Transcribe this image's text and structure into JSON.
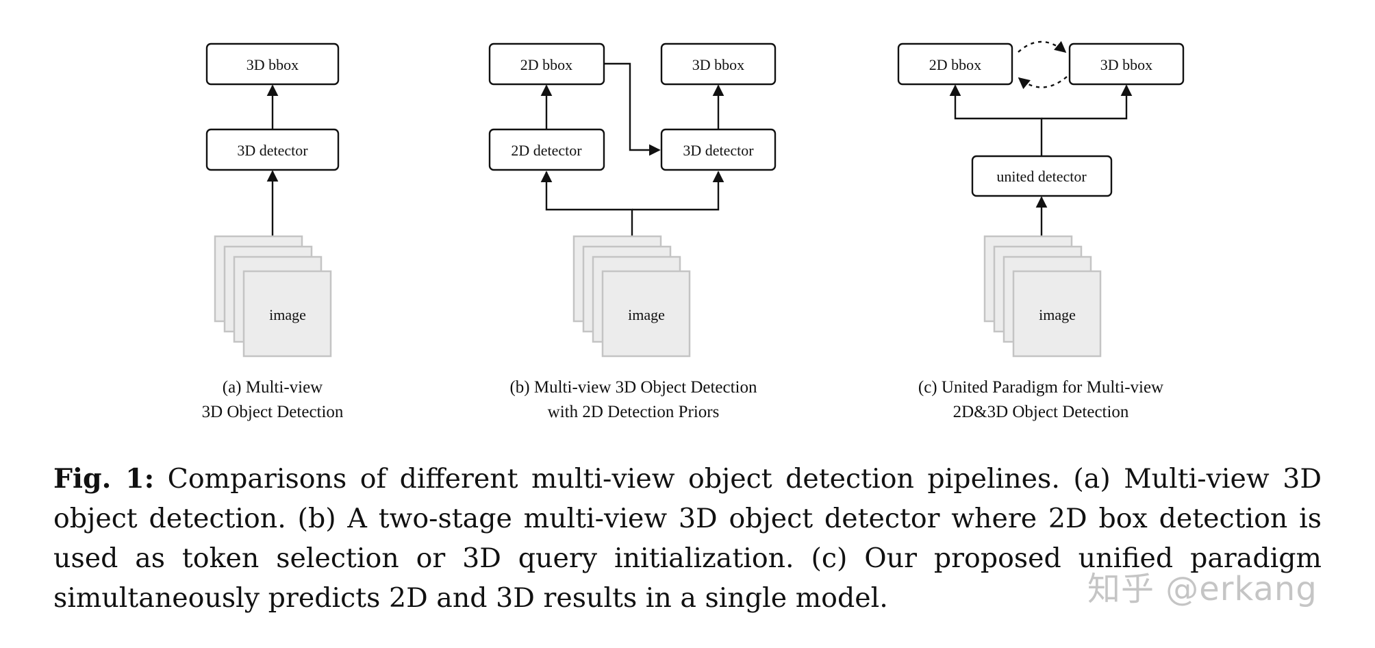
{
  "panels": {
    "a": {
      "top_box": "3D bbox",
      "mid_box": "3D detector",
      "image_label": "image",
      "caption_line1": "(a) Multi-view",
      "caption_line2": "3D Object Detection"
    },
    "b": {
      "left_top_box": "2D bbox",
      "right_top_box": "3D bbox",
      "left_mid_box": "2D detector",
      "right_mid_box": "3D detector",
      "image_label": "image",
      "caption_line1": "(b) Multi-view 3D Object Detection",
      "caption_line2": "with 2D Detection Priors"
    },
    "c": {
      "left_top_box": "2D bbox",
      "right_top_box": "3D bbox",
      "mid_box": "united detector",
      "image_label": "image",
      "caption_line1": "(c) United Paradigm for Multi-view",
      "caption_line2": "2D&3D Object Detection"
    }
  },
  "caption": {
    "label": "Fig. 1:",
    "text": " Comparisons of different multi-view object detection pipelines. (a) Multi-view 3D object detection. (b) A two-stage multi-view 3D object detector where 2D box detection is used as token selection or 3D query initialization. (c) Our proposed unified paradigm simultaneously predicts 2D and 3D results in a single model."
  },
  "watermark": "知乎 @erkang"
}
